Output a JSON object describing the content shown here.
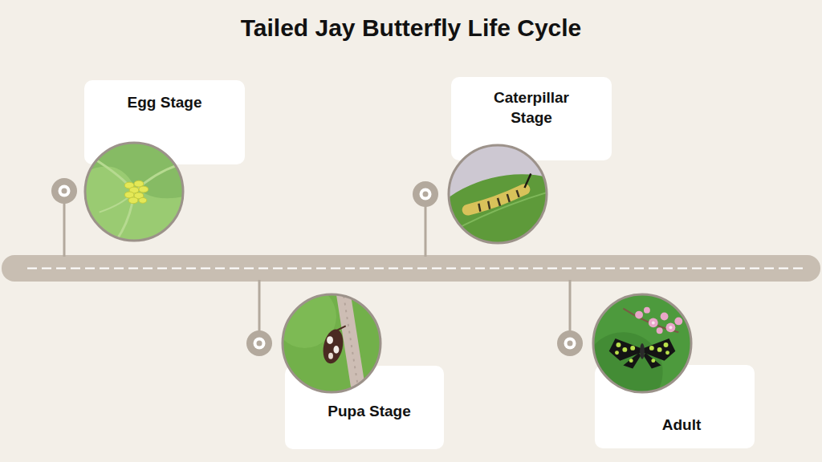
{
  "diagram": {
    "title": "Tailed Jay Butterfly Life Cycle",
    "nodes": [
      {
        "text": [
          "Egg Stage"
        ]
      },
      {
        "text": [
          "Pupa Stage"
        ]
      },
      {
        "text": [
          "Caterpillar Stage"
        ]
      },
      {
        "text": [
          "Adult"
        ]
      }
    ]
  }
}
